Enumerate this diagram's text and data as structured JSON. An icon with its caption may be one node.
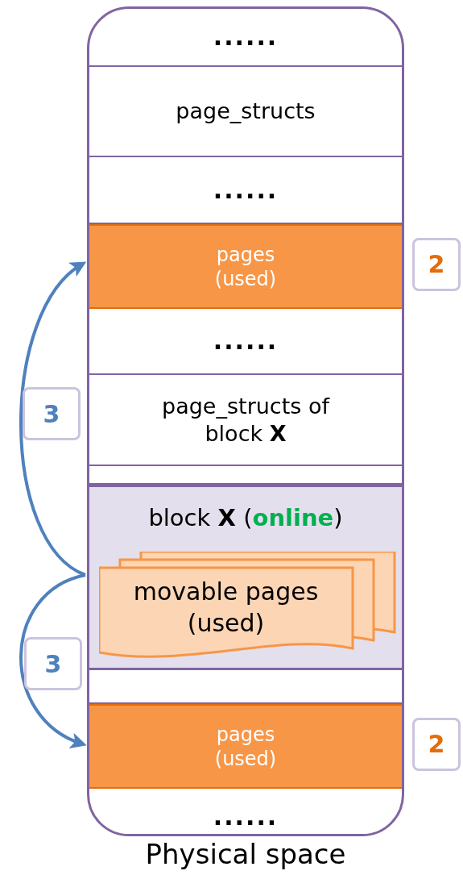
{
  "diagram": {
    "nodes": [
      {
        "text": [
          "Physical space"
        ]
      },
      {
        "text": [
          "......"
        ],
        "in": 0
      },
      {
        "text": [
          "page_structs"
        ],
        "in": 0
      },
      {
        "text": [
          "......"
        ],
        "in": 0
      },
      {
        "text": [
          "pages (used)"
        ],
        "in": 0,
        "beside": [
          "2"
        ]
      },
      {
        "text": [
          "......"
        ],
        "in": 0
      },
      {
        "text": [
          "page_structs of block **X**"
        ],
        "in": 0
      },
      {
        "text": [],
        "shape": "box",
        "in": 0
      },
      {
        "text": [
          "block **X** (**online**)"
        ],
        "in": 0
      },
      {
        "text": [
          "movable pages (used)"
        ],
        "in": 8
      },
      {
        "text": [],
        "shape": "box",
        "in": 0
      },
      {
        "text": [
          "pages (used)"
        ],
        "in": 0,
        "beside": [
          "2"
        ]
      },
      {
        "text": [
          "......"
        ],
        "in": 0
      }
    ],
    "edges": [
      {
        "from": 8,
        "to": 4,
        "arrow": "to",
        "label": "3"
      },
      {
        "from": 8,
        "to": 11,
        "arrow": "to",
        "label": "3"
      }
    ]
  }
}
